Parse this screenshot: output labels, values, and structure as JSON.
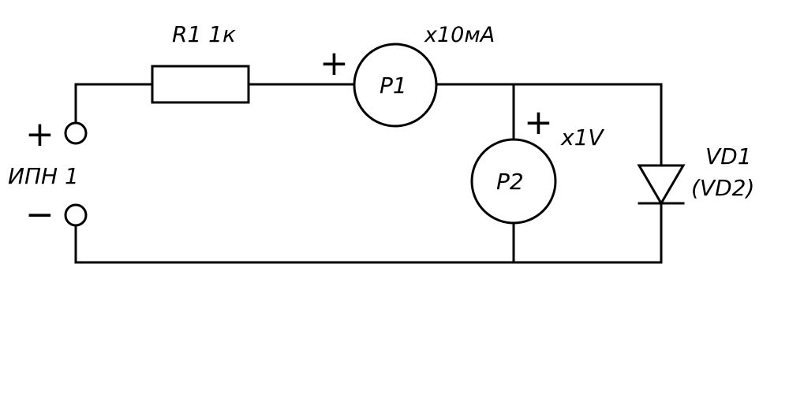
{
  "source": {
    "name": "ИПН 1",
    "plus": "+",
    "minus": "−"
  },
  "resistor": {
    "label": "R1 1к"
  },
  "ammeter": {
    "name": "P1",
    "scale": "x10мА",
    "polarity": "+"
  },
  "voltmeter": {
    "name": "P2",
    "scale": "x1V",
    "polarity": "+"
  },
  "diode": {
    "name": "VD1",
    "alt_name": "(VD2)"
  }
}
